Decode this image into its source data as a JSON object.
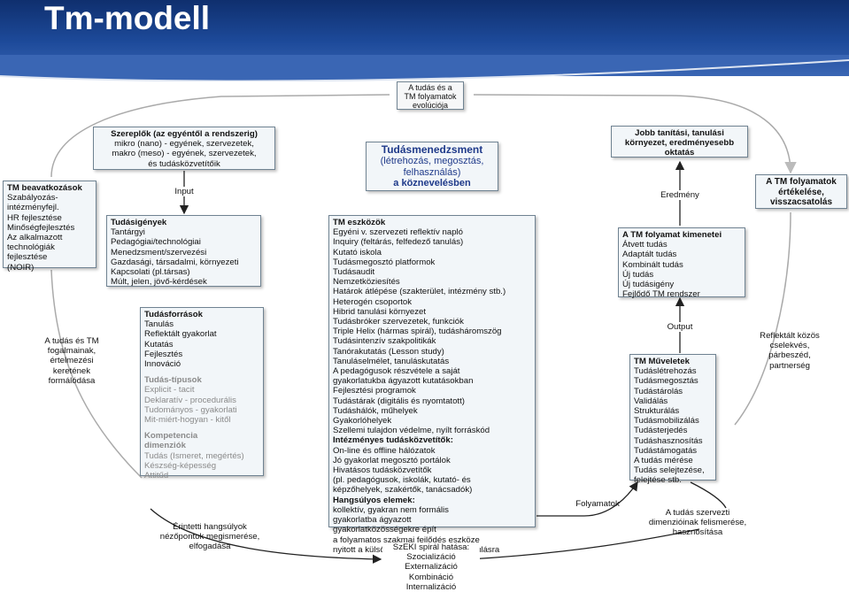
{
  "title": "Tm-modell",
  "top_center": [
    "A tudás és a",
    "TM folyamatok",
    "evolúciója"
  ],
  "szereplok": {
    "title": "Szereplők (az egyéntől a rendszerig)",
    "lines": [
      "mikro (nano) - egyének, szervezetek,",
      "makro (meso) - egyének, szervezetek,",
      "és tudásközvetítőik"
    ]
  },
  "tudasmenedzsment": [
    "Tudásmenedzsment",
    "(létrehozás, megosztás,",
    "felhasználás)",
    "a köznevelésben"
  ],
  "jobb_tanitasi": [
    "Jobb tanítási, tanulási",
    "környezet, eredményesebb",
    "oktatás"
  ],
  "tm_beavatkozasok": {
    "title": "TM beavatkozások",
    "lines": [
      "Szabályozás-",
      "intézményfejl.",
      "HR fejlesztése",
      "Minőségfejlesztés",
      "Az alkalmazott",
      "technológiák",
      "fejlesztése",
      "(NOIR)"
    ]
  },
  "tm_folyamatok_ertekelese": [
    "A TM folyamatok",
    "értékelése,",
    "visszacsatolás"
  ],
  "input_label": "Input",
  "eredmeny_label": "Eredmény",
  "output_label": "Output",
  "folyamatok_label": "Folyamatok",
  "tudasigenyek": {
    "title": "Tudásigények",
    "lines": [
      "Tantárgyi",
      "Pedagógiai/technológiai",
      "Menedzsment/szervezési",
      "Gazdasági, társadalmi, környezeti",
      "Kapcsolati (pl.társas)",
      "Múlt, jelen, jövő-kérdések"
    ]
  },
  "tm_eszkozok": {
    "title": "TM eszközök",
    "lines": [
      "Egyéni v. szervezeti reflektív napló",
      "Inquiry (feltárás, felfedező tanulás)",
      "Kutató iskola",
      "Tudásmegosztó platformok",
      "Tudásaudit",
      "Nemzetköziesítés",
      "Határok átlépése (szakterület, intézmény stb.)",
      "Heterogén csoportok",
      "Hibrid tanulási környezet",
      "Tudásbróker szervezetek, funkciók",
      "Triple Helix (hármas spirál), tudásháromszög",
      "Tudásintenzív szakpolitikák",
      "Tanórakutatás (Lesson study)",
      "Tanuláselmélet, tanuláskutatás",
      "A pedagógusok részvétele a saját",
      "gyakorlatukba ágyazott kutatásokban",
      "Fejlesztési programok",
      "Tudástárak (digitális és nyomtatott)",
      "Tudáshálók, műhelyek",
      "Gyakorlóhelyek",
      "Szellemi tulajdon védelme, nyílt forráskód"
    ],
    "kozvetitok_title": "Intézményes tudásközvetítők:",
    "kozvetitok_lines": [
      "On-line és offline hálózatok",
      "Jó gyakorlat megosztó portálok",
      "Hivatásos tudásközvetítők",
      "(pl. pedagógusok, iskolák, kutató- és",
      "képzőhelyek, szakértők, tanácsadók)"
    ],
    "hangsulyos_title": "Hangsúlyos elemek:",
    "hangsulyos_lines": [
      "kollektív, gyakran nem formális",
      "gyakorlatba ágyazott",
      "gyakorlatközösségekre épít",
      "a folyamatos szakmai fejlődés eszköze",
      "nyitott a külső tudásra, témákra és tanulásra"
    ]
  },
  "tm_folyamat_kimenetei": {
    "title": "A TM folyamat kimenetei",
    "lines": [
      "Átvett tudás",
      "Adaptált tudás",
      "Kombinált tudás",
      "Új tudás",
      "Új tudásigény",
      "Fejlődő TM rendszer"
    ]
  },
  "tudasforrasok": {
    "title": "Tudásforrások",
    "lines": [
      "Tanulás",
      "Reflektált gyakorlat",
      "Kutatás",
      "Fejlesztés",
      "Innováció"
    ],
    "tipusok_title": "Tudás-típusok",
    "tipusok_lines": [
      "Explicit - tacit",
      "Deklaratív - procedurális",
      "Tudományos - gyakorlati",
      "Mit-miért-hogyan - kitől"
    ],
    "kompetencia_title": [
      "Kompetencia",
      "dimenziók"
    ],
    "kompetencia_lines": [
      "Tudás (Ismeret, megértés)",
      "Készség-képesség",
      "Attitűd"
    ]
  },
  "tm_muveletek": {
    "title": "TM Műveletek",
    "lines": [
      "Tudáslétrehozás",
      "Tudásmegosztás",
      "Tudástárolás",
      "Validálás",
      "Strukturálás",
      "Tudásmobilizálás",
      "Tudásterjedés",
      "Tudáshasznosítás",
      "Tudástámogatás",
      "A tudás mérése",
      "Tudás selejtezése,",
      "felejtése stb."
    ]
  },
  "left_label": [
    "A tudás és TM",
    "fogalmainak,",
    "értelmezési",
    "keretének",
    "formálódása"
  ],
  "right_label": [
    "Reflektált közös",
    "cselekvés,",
    "párbeszéd,",
    "partnerség"
  ],
  "bottom_left_label": [
    "Érintetti hangsúlyok",
    "nézőpontok megismerése,",
    "elfogadása"
  ],
  "bottom_right_label": [
    "A tudás szervezti",
    "dimenzióinak felismerése,",
    "hasznosítása"
  ],
  "szeki": [
    "SzEKI spirál hatása:",
    "Szocializáció",
    "Externalizáció",
    "Kombináció",
    "Internalizáció"
  ],
  "colors": {
    "header": "#1d4a9a",
    "box_fill": "#f2f6f9",
    "box_border": "#6f8291",
    "heading_blue": "#1f3a8a",
    "arrow": "#222222",
    "cycle_arrow": "#aaaaaa"
  }
}
